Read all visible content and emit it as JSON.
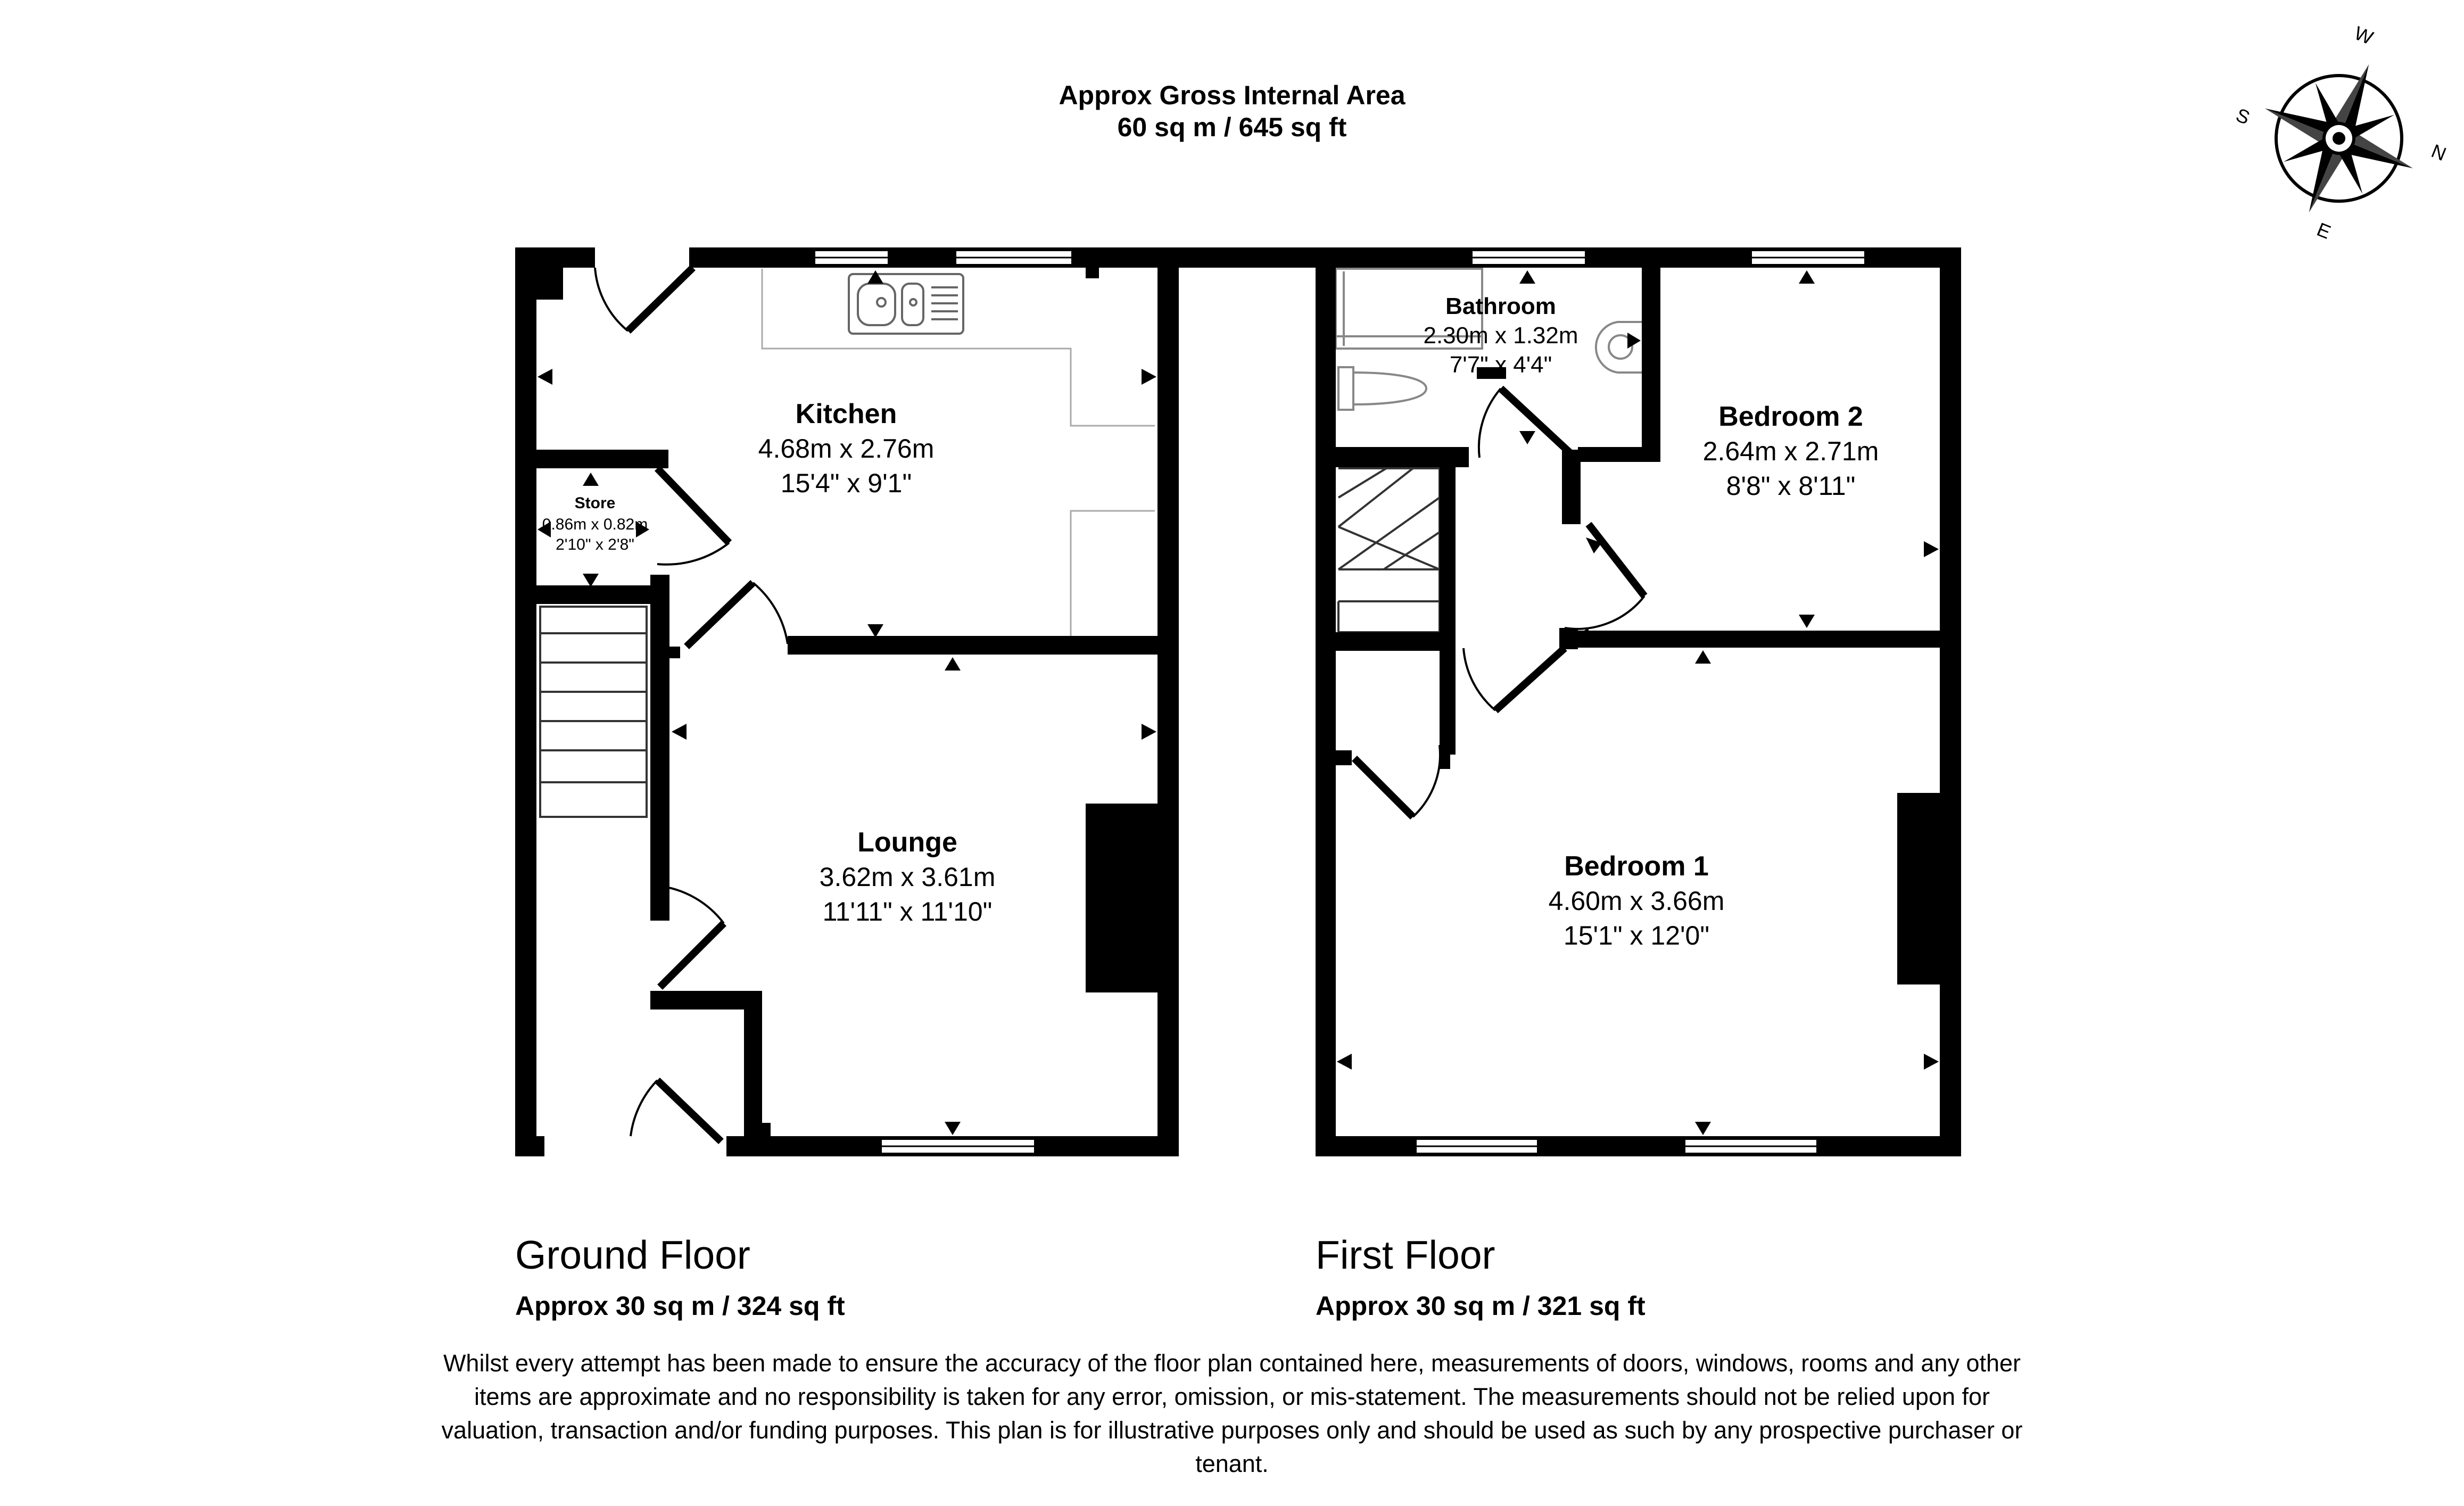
{
  "header": {
    "line1": "Approx Gross Internal Area",
    "line2": "60 sq m / 645 sq ft"
  },
  "compass": {
    "n": "N",
    "e": "E",
    "s": "S",
    "w": "W"
  },
  "ground_floor": {
    "title": "Ground Floor",
    "area": "Approx 30 sq m / 324 sq ft",
    "rooms": {
      "kitchen": {
        "name": "Kitchen",
        "metric": "4.68m x 2.76m",
        "imperial": "15'4\" x 9'1\""
      },
      "store": {
        "name": "Store",
        "metric": "0.86m x 0.82m",
        "imperial": "2'10\" x 2'8\""
      },
      "lounge": {
        "name": "Lounge",
        "metric": "3.62m x 3.61m",
        "imperial": "11'11\" x 11'10\""
      }
    }
  },
  "first_floor": {
    "title": "First Floor",
    "area": "Approx 30 sq m / 321 sq ft",
    "rooms": {
      "bathroom": {
        "name": "Bathroom",
        "metric": "2.30m x 1.32m",
        "imperial": "7'7\" x 4'4\""
      },
      "bedroom2": {
        "name": "Bedroom 2",
        "metric": "2.64m x 2.71m",
        "imperial": "8'8\" x 8'11\""
      },
      "bedroom1": {
        "name": "Bedroom 1",
        "metric": "4.60m x 3.66m",
        "imperial": "15'1\" x 12'0\""
      }
    }
  },
  "disclaimer": "Whilst every attempt has been made to ensure the accuracy of the floor plan contained here, measurements of doors, windows, rooms and any other items are approximate and no responsibility is taken for any error, omission, or mis-statement. The measurements should not be relied upon for valuation, transaction and/or funding purposes. This plan is for illustrative purposes only and should be used as such by any prospective purchaser or tenant."
}
